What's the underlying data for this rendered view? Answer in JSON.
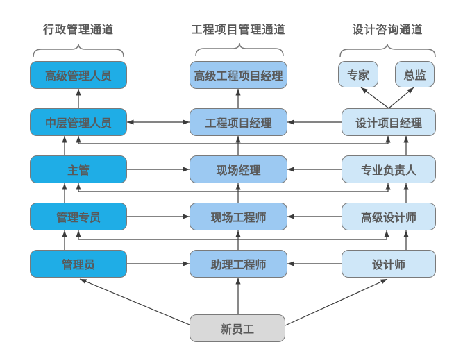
{
  "diagram": {
    "channels": [
      {
        "title": "行政管理通道",
        "levels": [
          "高级管理人员",
          "中层管理人员",
          "主管",
          "管理专员",
          "管理员"
        ]
      },
      {
        "title": "工程项目管理通道",
        "levels": [
          "高级工程项目经理",
          "工程项目经理",
          "现场经理",
          "现场工程师",
          "助理工程师"
        ]
      },
      {
        "title": "设计咨询通道",
        "top": [
          "专家",
          "总监"
        ],
        "levels": [
          "设计项目经理",
          "专业负责人",
          "高级设计师",
          "设计师"
        ]
      }
    ],
    "entry": {
      "label": "新员工"
    },
    "colors": {
      "admin": "#1FADE6",
      "project": "#9CC9F2",
      "design": "#CFE7F8",
      "entry": "#D9D9D9",
      "border": "#7a7a7a",
      "text": "#595959",
      "arrow": "#3b3b3b"
    }
  }
}
